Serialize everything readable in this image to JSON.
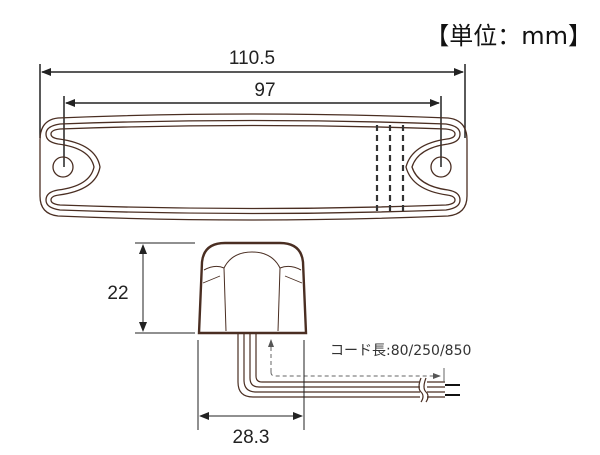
{
  "unit_label": "【単位：mm】",
  "dimensions": {
    "overall_length": "110.5",
    "hole_pitch": "97",
    "height": "22",
    "depth": "28.3"
  },
  "cord_length_label": "コード長:80/250/850",
  "colors": {
    "outline": "#4a2e22",
    "dimension": "#222222"
  }
}
